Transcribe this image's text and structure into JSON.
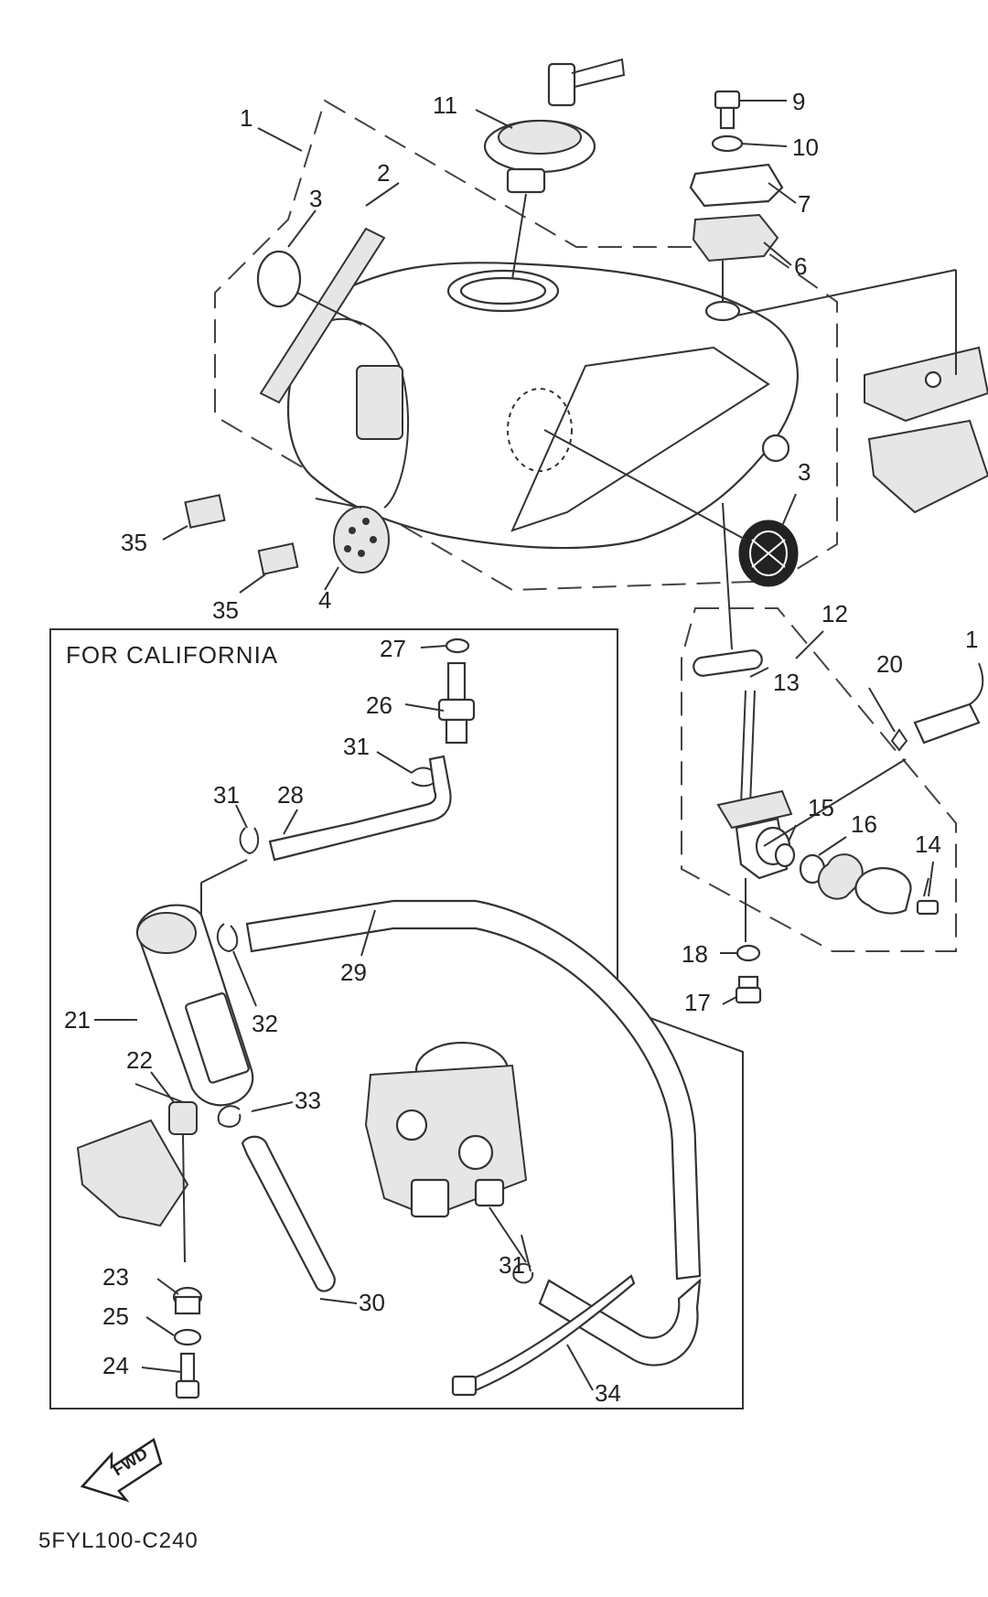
{
  "california_box_title": "FOR CALIFORNIA",
  "diagram_code": "5FYL100-C240",
  "fwd_label": "FWD",
  "callouts": {
    "c1": "1",
    "c2": "2",
    "c3a": "3",
    "c3b": "3",
    "c4": "4",
    "c6": "6",
    "c7": "7",
    "c9": "9",
    "c10": "10",
    "c11": "11",
    "c12": "12",
    "c13": "13",
    "c14": "14",
    "c15": "15",
    "c16": "16",
    "c17": "17",
    "c18": "18",
    "c19": "1",
    "c20": "20",
    "c21": "21",
    "c22": "22",
    "c23": "23",
    "c24": "24",
    "c25": "25",
    "c26": "26",
    "c27": "27",
    "c28": "28",
    "c29": "29",
    "c30": "30",
    "c31a": "31",
    "c31b": "31",
    "c31c": "31",
    "c32": "32",
    "c33": "33",
    "c34": "34",
    "c35a": "35",
    "c35b": "35"
  }
}
